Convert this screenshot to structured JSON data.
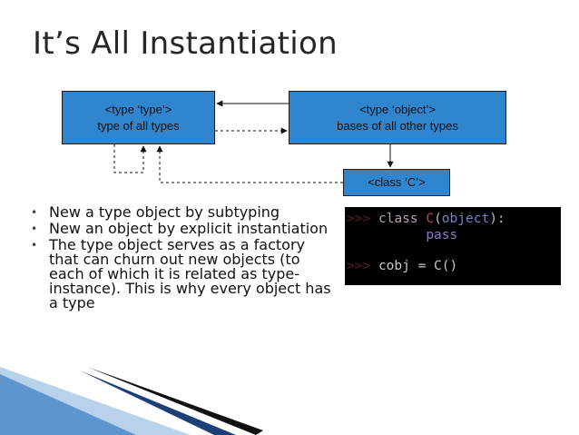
{
  "slide": {
    "title": "It’s All Instantiation"
  },
  "diagram": {
    "nodes": [
      {
        "id": "type",
        "line1": "<type ‘type’>",
        "line2": "type of all types"
      },
      {
        "id": "object",
        "line1": "<type ‘object’>",
        "line2": "bases of all other types"
      },
      {
        "id": "class_c",
        "line1": "<class ‘C’>"
      }
    ],
    "edges": [
      {
        "from": "object",
        "to": "type",
        "style": "solid"
      },
      {
        "from": "type",
        "to": "object",
        "style": "dashed"
      },
      {
        "from": "object",
        "to": "class_c",
        "style": "solid"
      },
      {
        "from": "class_c",
        "to": "type",
        "style": "dashed"
      },
      {
        "from": "type",
        "to": "type",
        "style": "dashed"
      }
    ],
    "colors": {
      "box_fill": "#2f86ce",
      "box_border": "#1c1c1c"
    }
  },
  "bullets": [
    "New a type object by subtyping",
    "New an object by explicit instantiation",
    "The type object serves as a factory that can churn out new objects (to each of which it is related as type-instance). This is why every object has a type"
  ],
  "code": {
    "prompt": ">>>",
    "line1": {
      "kw": "class",
      "name": "C",
      "open": "(",
      "base": "object",
      "close": "):"
    },
    "line2": {
      "kw": "pass"
    },
    "line3": {
      "text": "cobj = C()"
    }
  }
}
